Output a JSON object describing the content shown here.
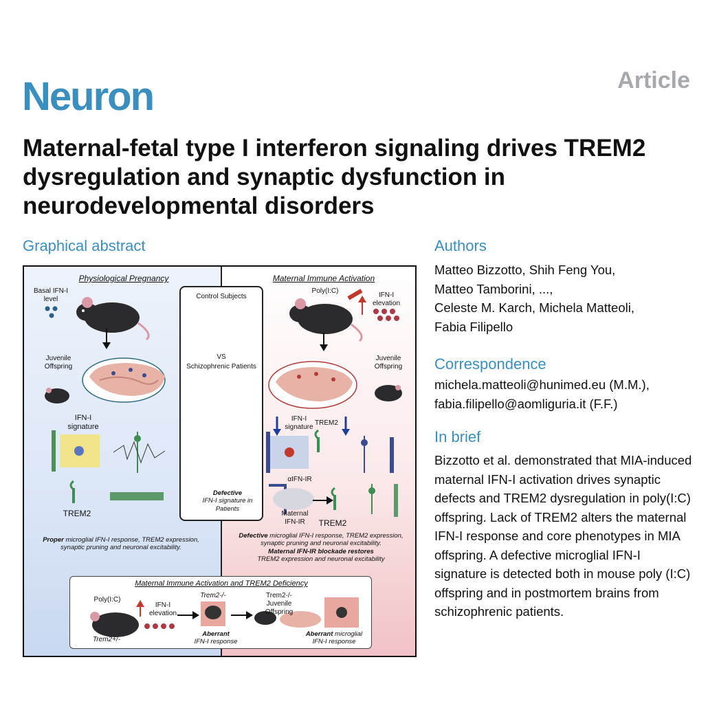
{
  "header": {
    "journal": "Neuron",
    "article_type": "Article"
  },
  "title": "Maternal-fetal type I interferon signaling drives TREM2 dysregulation and synaptic dysfunction in neurodevelopmental disorders",
  "graphical_abstract": {
    "heading": "Graphical abstract",
    "left_title": "Physiological Pregnancy",
    "right_title": "Maternal Immune Activation",
    "basal_label": "Basal IFN-I level",
    "juvenile_left": "Juvenile Offspring",
    "ifn_signature_left": "IFN-I signature",
    "trem2_left": "TREM2",
    "left_summary_bold": "Proper",
    "left_summary": " microglial IFN-I response, TREM2 expression, synaptic pruning and neuronal excitability.",
    "center_top": "Control Subjects",
    "center_vs": "VS",
    "center_bottom": "Schizophrenic Patients",
    "center_defective_bold": "Defective",
    "center_defective": "IFN-I signature in Patients",
    "polyic": "Poly(I:C)",
    "ifn_elevation": "IFN-I elevation",
    "juvenile_right": "Juvenile Offspring",
    "ifn_signature_right": "IFN-I signature",
    "trem2_right": "TREM2",
    "aifnir": "αIFN-IR",
    "maternal_ifnir": "Maternal IFN-IR",
    "trem2_right_bottom": "TREM2",
    "right_summary_bold": "Defective",
    "right_summary": " microglial IFN-I response, TREM2 expression, synaptic pruning and neuronal excitability.",
    "right_summary2_bold": "Maternal IFN-IR blockade restores",
    "right_summary2": "TREM2 expression and neuronal excitability",
    "bottom_title": "Maternal Immune Activation and TREM2 Deficiency",
    "bottom_polyic": "Poly(I:C)",
    "bottom_trem2_het": "Trem2+/-",
    "bottom_ifn_elevation": "IFN-I elevation",
    "bottom_trem2_ko": "Trem2-/-",
    "bottom_aberrant_bold": "Aberrant",
    "bottom_aberrant": "IFN-I response",
    "bottom_juvenile": "Trem2-/- Juvenile Offspring",
    "bottom_aberrant2_bold": "Aberrant",
    "bottom_aberrant2": " microglial IFN-I response"
  },
  "authors": {
    "heading": "Authors",
    "lines": [
      "Matteo Bizzotto, Shih Feng You,",
      "Matteo Tamborini, ...,",
      "Celeste M. Karch, Michela Matteoli,",
      "Fabia Filipello"
    ]
  },
  "correspondence": {
    "heading": "Correspondence",
    "lines": [
      "michela.matteoli@hunimed.eu (M.M.),",
      "fabia.filipello@aomliguria.it (F.F.)"
    ]
  },
  "in_brief": {
    "heading": "In brief",
    "text": "Bizzotto et al. demonstrated that MIA-induced maternal IFN-I activation drives synaptic defects and TREM2 dysregulation in poly(I:C) offspring. Lack of TREM2 alters the maternal IFN-I response and core phenotypes in MIA offspring. A defective microglial IFN-I signature is detected both in mouse poly (I:C) offspring and in postmortem brains from schizophrenic patients."
  },
  "colors": {
    "brand": "#3b8fbe",
    "article_gray": "#a7a9ac",
    "blue_panel": "#dbe6f7",
    "red_panel": "#f1c2c5",
    "people_blue": "#2f6fb3",
    "people_red": "#d0312d"
  }
}
